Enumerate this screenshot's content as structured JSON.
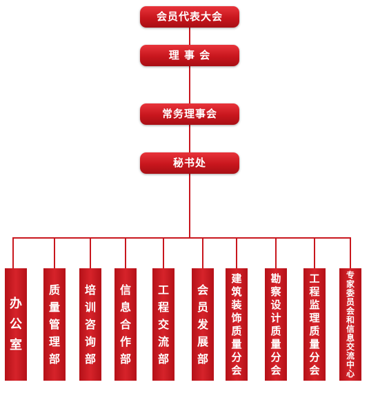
{
  "levels": [
    {
      "label": "会员代表大会"
    },
    {
      "label": "理 事 会"
    },
    {
      "label": "常务理事会"
    },
    {
      "label": "秘书处"
    }
  ],
  "departments": [
    {
      "label": "办公室"
    },
    {
      "label": "质量管理部"
    },
    {
      "label": "培训咨询部"
    },
    {
      "label": "信息合作部"
    },
    {
      "label": "工程交流部"
    },
    {
      "label": "会员发展部"
    },
    {
      "label": "建筑装饰质量分会"
    },
    {
      "label": "勘察设计质量分会"
    },
    {
      "label": "工程监理质量分会"
    },
    {
      "label": "专家委员会和信息交流中心"
    }
  ],
  "colors": {
    "accent": "#c8161d",
    "text": "#ffffff"
  }
}
